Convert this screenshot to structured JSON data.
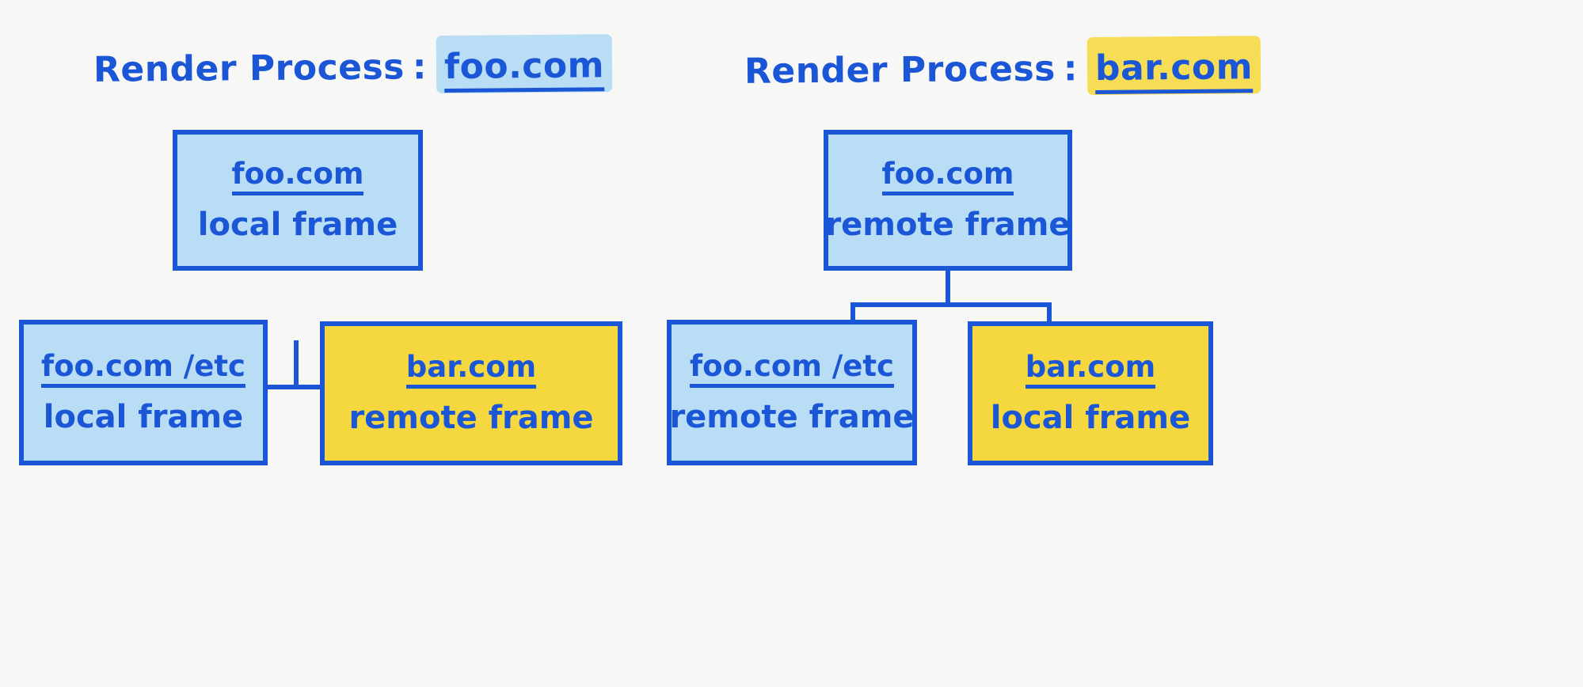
{
  "diagram": {
    "title_prefix": "Render Process",
    "colon": ":",
    "colors": {
      "stroke": "#1a56d6",
      "fill_blue": "#b8ddf5",
      "fill_yellow": "#f5d83f",
      "background": "#f7f7f5",
      "highlight_blue": "#b8ddf5",
      "highlight_yellow": "#f7dd55"
    },
    "processes": [
      {
        "title_prefix": "Render Process",
        "process_origin": "foo.com",
        "highlight_color": "#b8ddf5",
        "nodes": {
          "root": {
            "origin": "foo.com",
            "kind": "local frame",
            "fill": "blue"
          },
          "child_left": {
            "origin": "foo.com /etc",
            "kind": "local frame",
            "fill": "blue"
          },
          "child_right": {
            "origin": "bar.com",
            "kind": "remote frame",
            "fill": "yellow"
          }
        }
      },
      {
        "title_prefix": "Render Process",
        "process_origin": "bar.com",
        "highlight_color": "#f7dd55",
        "nodes": {
          "root": {
            "origin": "foo.com",
            "kind": "remote frame",
            "fill": "blue"
          },
          "child_left": {
            "origin": "foo.com /etc",
            "kind": "remote frame",
            "fill": "blue"
          },
          "child_right": {
            "origin": "bar.com",
            "kind": "local frame",
            "fill": "yellow"
          }
        }
      }
    ]
  }
}
